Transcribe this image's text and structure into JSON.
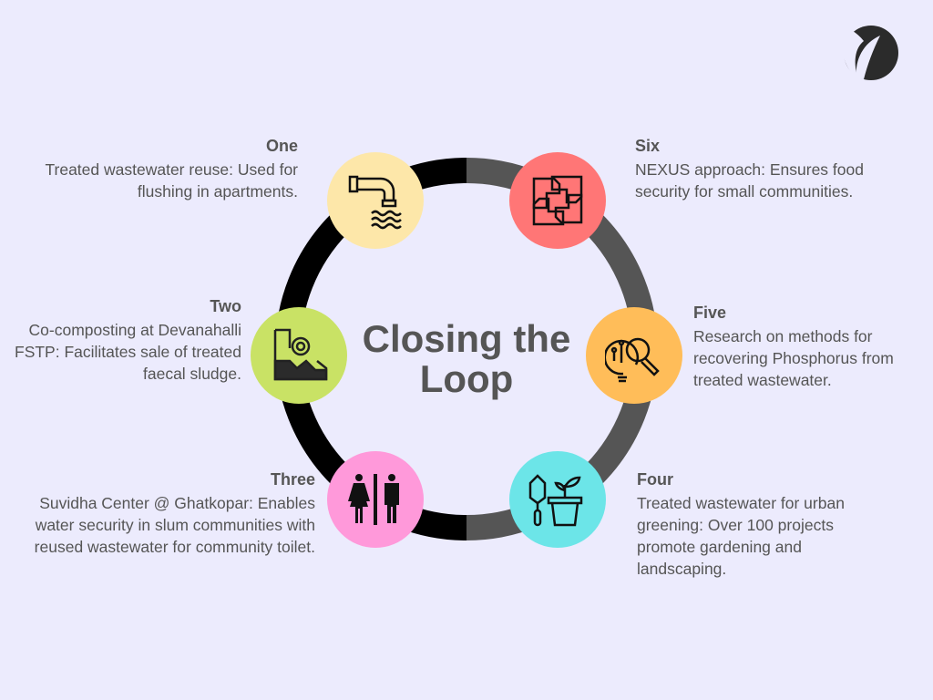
{
  "title": "Closing the Loop",
  "colors": {
    "background": "#ecebfd",
    "ring_left": "#000000",
    "ring_right": "#555555",
    "text": "#555555"
  },
  "logo": {
    "icon": "leaf-logo-icon"
  },
  "steps": [
    {
      "heading": "One",
      "text": "Treated wastewater reuse: Used for flushing in apartments.",
      "icon": "faucet-water-icon",
      "color": "#fde7a9"
    },
    {
      "heading": "Two",
      "text": "Co-composting at Devanahalli FSTP: Facilitates sale of treated faecal sludge.",
      "icon": "sludge-pipe-icon",
      "color": "#c9e265"
    },
    {
      "heading": "Three",
      "text": "Suvidha Center @ Ghatkopar: Enables water security in slum communities with reused wastewater for community toilet.",
      "icon": "restroom-icon",
      "color": "#ff99da"
    },
    {
      "heading": "Four",
      "text": "Treated wastewater for urban greening: Over 100 projects promote gardening and landscaping.",
      "icon": "gardening-icon",
      "color": "#6ce5e8"
    },
    {
      "heading": "Five",
      "text": "Research on methods for recovering Phosphorus from treated wastewater.",
      "icon": "research-icon",
      "color": "#ffbd59"
    },
    {
      "heading": "Six",
      "text": "NEXUS approach: Ensures food security for small communities.",
      "icon": "hands-teamwork-icon",
      "color": "#ff7676"
    }
  ]
}
